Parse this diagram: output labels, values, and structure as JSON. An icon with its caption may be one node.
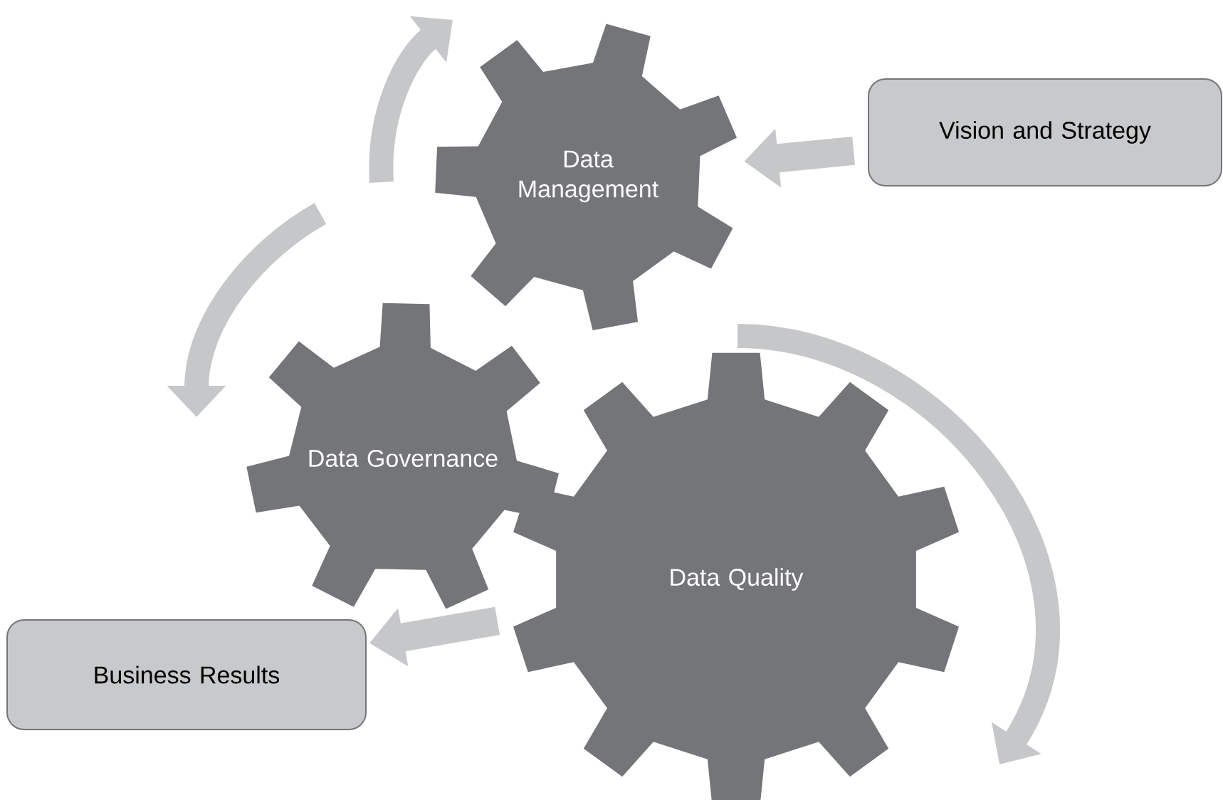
{
  "diagram": {
    "nodes": [
      {
        "text": [
          "Vision and Strategy"
        ]
      },
      {
        "text": [
          "Data Management"
        ]
      },
      {
        "text": [
          "Data Governance"
        ]
      },
      {
        "text": [
          "Data Quality"
        ]
      },
      {
        "text": [
          "Business Results"
        ]
      }
    ],
    "edges": [
      {
        "from": 0,
        "to": 1,
        "arrow": "to"
      },
      {
        "from": 3,
        "to": 4,
        "arrow": "to"
      }
    ]
  }
}
